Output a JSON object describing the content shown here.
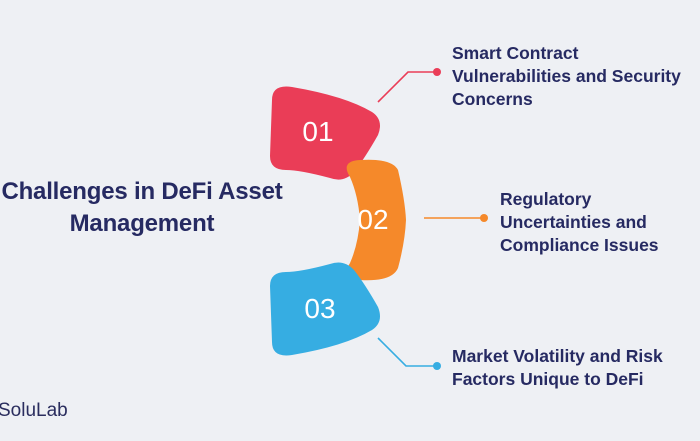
{
  "title": "Challenges in DeFi Asset Management",
  "items": [
    {
      "number": "01",
      "text": "Smart Contract\nVulnerabilities and Security\nConcerns",
      "color": "#ea3d57"
    },
    {
      "number": "02",
      "text": "Regulatory\nUncertainties and\nCompliance Issues",
      "color": "#f5892a"
    },
    {
      "number": "03",
      "text": "Market Volatility and Risk\nFactors Unique to DeFi",
      "color": "#36ade2"
    }
  ],
  "logo": "SoluLab"
}
